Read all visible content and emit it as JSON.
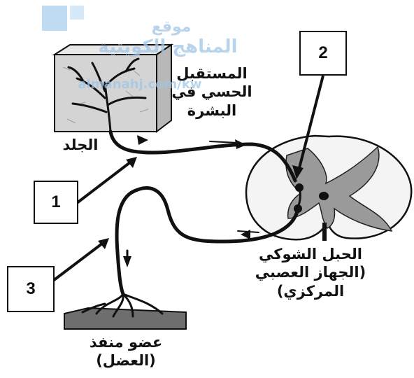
{
  "watermark": {
    "line1": "موقع",
    "line2": "المناهج الكويتية",
    "line3": "almanahj.com/kw"
  },
  "labels": {
    "receptor": [
      "المستقبل",
      "الحسي في",
      "البشرة"
    ],
    "skin": "الجلد",
    "spinal_cord": [
      "الحبل الشوكي",
      "(الجهاز العصبي",
      "المركزي)"
    ],
    "effector": [
      "عضو منفذ",
      "(العضل)"
    ]
  },
  "boxes": {
    "box_1": "1",
    "box_2": "2",
    "box_3": "3"
  },
  "colors": {
    "ink": "#111111",
    "watermark": "#9fc6e6",
    "grey_matter": "#9a9a9a",
    "muscle": "#6e6e6e",
    "skin_fill": "#cfcfcf"
  }
}
